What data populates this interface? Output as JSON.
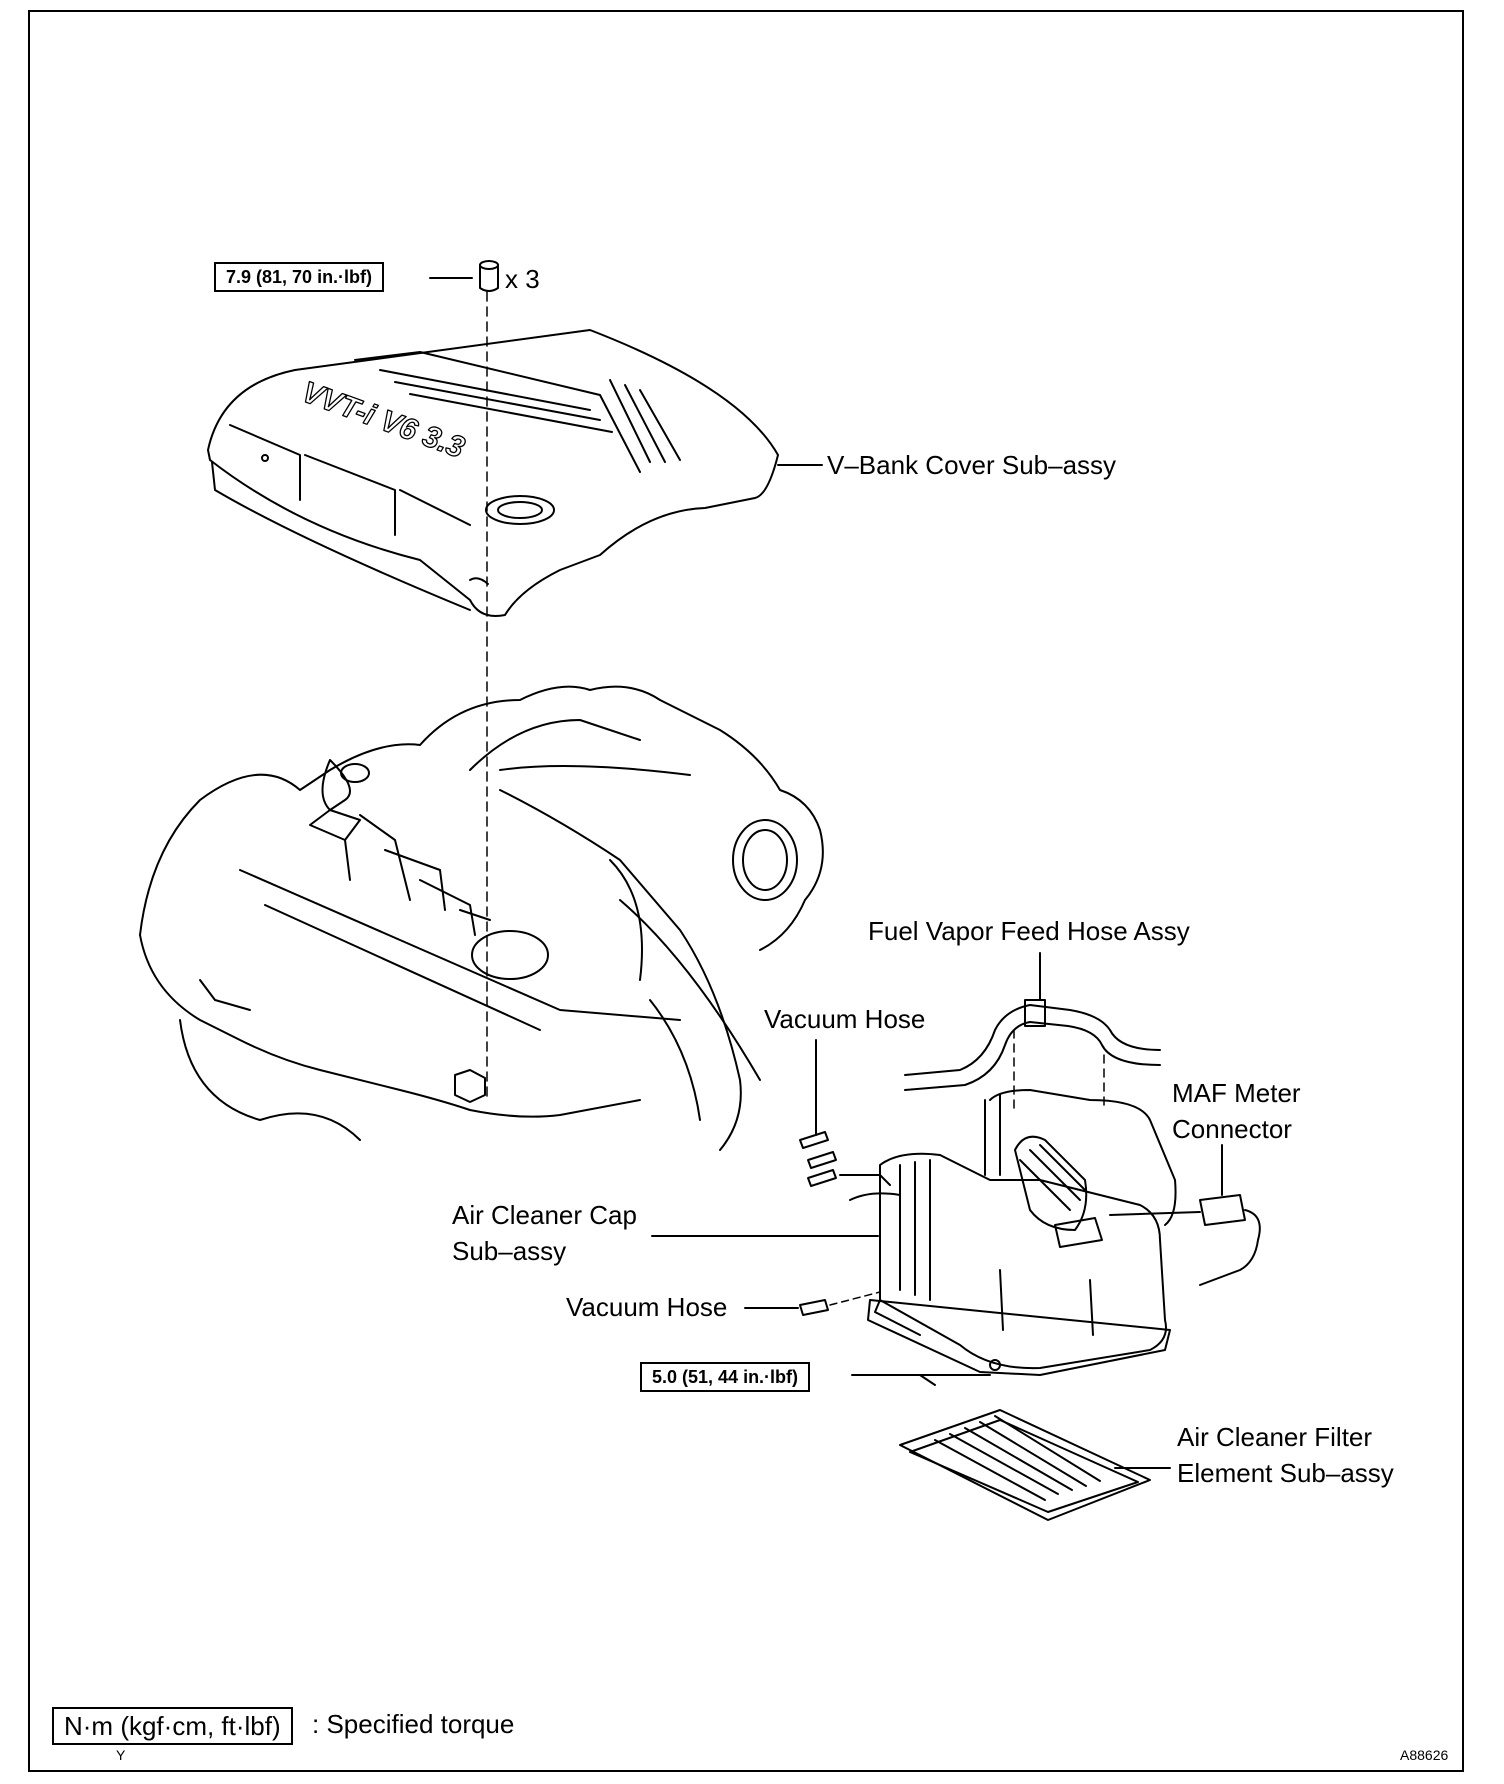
{
  "torques": {
    "cover_nut": "7.9 (81, 70 in.·lbf)",
    "cleaner_bolt": "5.0 (51, 44 in.·lbf)"
  },
  "multiplier": "x 3",
  "emblem_text": "VVT-i V6 3.3",
  "labels": {
    "v_bank_cover": "V–Bank Cover Sub–assy",
    "fuel_vapor_hose": "Fuel Vapor Feed Hose Assy",
    "vacuum_hose_upper": "Vacuum Hose",
    "maf_line1": "MAF Meter",
    "maf_line2": "Connector",
    "air_cleaner_cap_line1": "Air Cleaner Cap",
    "air_cleaner_cap_line2": "Sub–assy",
    "vacuum_hose_lower": "Vacuum Hose",
    "filter_line1": "Air Cleaner Filter",
    "filter_line2": "Element Sub–assy"
  },
  "legend": {
    "unit_box": "N·m (kgf·cm, ft·lbf)",
    "description": ": Specified torque",
    "mark": "Y"
  },
  "figure_code": "A88626"
}
